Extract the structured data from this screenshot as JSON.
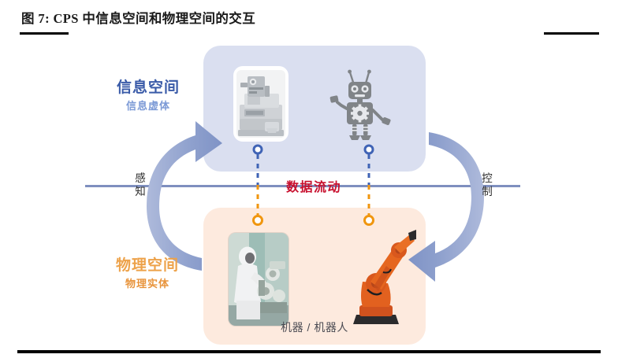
{
  "header": {
    "figure_title": "图 7:  CPS 中信息空间和物理空间的交互"
  },
  "diagram": {
    "cyber_space": {
      "title": "信息空间",
      "subtitle": "信息虚体",
      "panel_color": "#dadff0",
      "title_color": "#3a5ba8",
      "subtitle_color": "#7c9ad6",
      "items": [
        {
          "name": "cnc-machine-photo",
          "label": ""
        },
        {
          "name": "robot-icon",
          "label": ""
        }
      ]
    },
    "physical_space": {
      "title": "物理空间",
      "subtitle": "物理实体",
      "panel_color": "#fdeade",
      "title_color": "#eda24a",
      "subtitle_color": "#e8943c",
      "caption": "机器 / 机器人",
      "items": [
        {
          "name": "cleanroom-worker-photo",
          "label": ""
        },
        {
          "name": "industrial-robot-arm-photo",
          "label": ""
        }
      ]
    },
    "center_line_color": "#7f8fbf",
    "data_flow": {
      "label": "数据流动",
      "color": "#c8102e"
    },
    "left_arrow": {
      "label_top": "感",
      "label_bottom": "知",
      "color": "#8c9fd1",
      "direction": "upward-counterclockwise"
    },
    "right_arrow": {
      "label_top": "控",
      "label_bottom": "制",
      "color": "#8c9fd1",
      "direction": "downward-clockwise"
    },
    "connectors": [
      {
        "name": "connector-left",
        "top_pin_color": "#3f63b5",
        "bottom_pin_color": "#f0960f"
      },
      {
        "name": "connector-right",
        "top_pin_color": "#3f63b5",
        "bottom_pin_color": "#f0960f"
      }
    ]
  }
}
